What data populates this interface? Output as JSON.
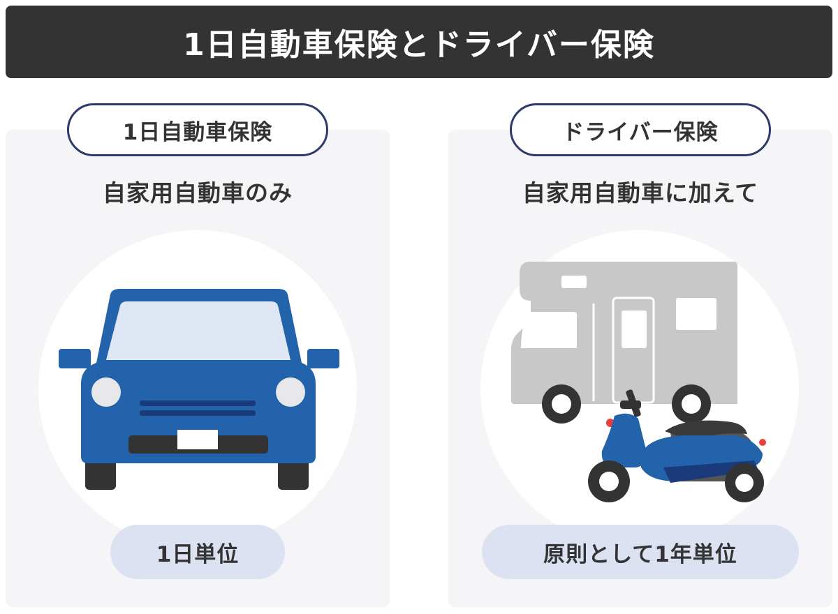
{
  "title": "1日自動車保険とドライバー保険",
  "left": {
    "heading": "1日自動車保険",
    "subtitle": "自家用自動車のみ",
    "badge": "1日単位",
    "illustration_icon": "car-front-icon"
  },
  "right": {
    "heading": "ドライバー保険",
    "subtitle": "自家用自動車に加えて",
    "badge": "原則として1年単位",
    "illustration_icons": [
      "camper-van-icon",
      "scooter-icon"
    ]
  },
  "colors": {
    "title_bg": "#333333",
    "panel_bg": "#f5f5f7",
    "pill_border": "#2d3a6e",
    "badge_bg": "#dde2f2",
    "car_blue": "#2263ab",
    "camper_gray": "#c8c8c8",
    "scooter_blue": "#2263ab"
  }
}
